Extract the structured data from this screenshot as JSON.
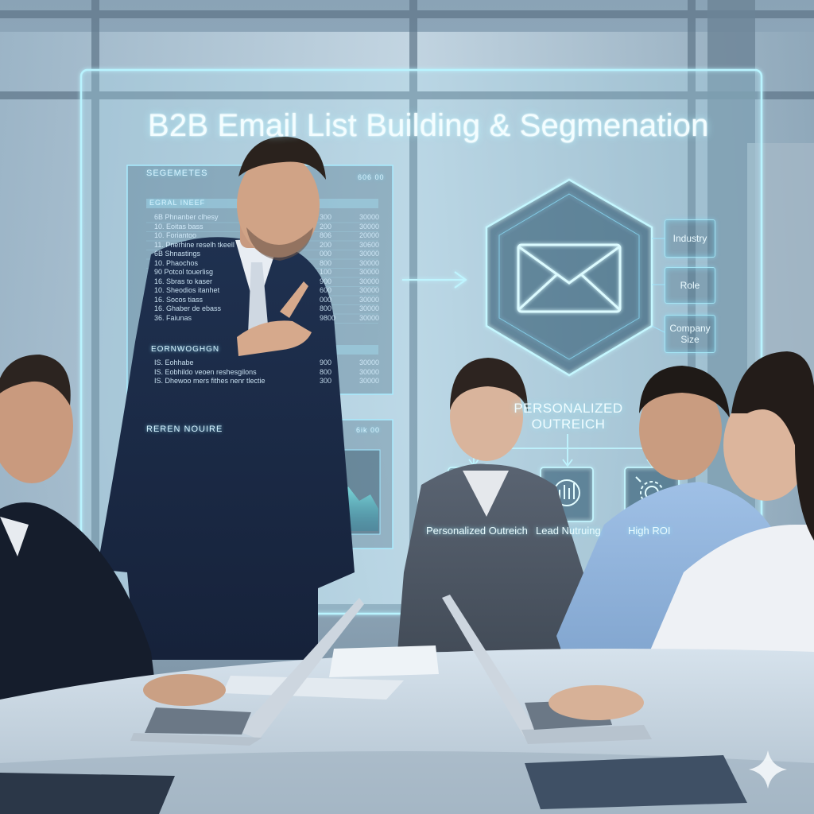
{
  "title": "B2B Email List Building & Segmenation",
  "segments_panel": {
    "header": "SEGEMETES",
    "header_right": "606 00",
    "subheader": "EGRAL INEEF",
    "rows": [
      {
        "label": "6B  Phnanber clhesy",
        "a": "300",
        "b": "30000"
      },
      {
        "label": "10.  Eoitas bass",
        "a": "200",
        "b": "30000"
      },
      {
        "label": "10.  Foriantoo",
        "a": "806",
        "b": "20000"
      },
      {
        "label": "11.  Pnerhine reselh tkeell",
        "a": "200",
        "b": "30600"
      },
      {
        "label": "6B  Shnastings",
        "a": "000",
        "b": "30000"
      },
      {
        "label": "10.  Phaochos",
        "a": "800",
        "b": "30000"
      },
      {
        "label": "90  Potcol touerlisg",
        "a": "100",
        "b": "30000"
      },
      {
        "label": "16.  Sbras to kaser",
        "a": "900",
        "b": "30000"
      },
      {
        "label": "10.  Sheodios itanhet",
        "a": "600",
        "b": "30000"
      },
      {
        "label": "16.  Socos tiass",
        "a": "000",
        "b": "30000"
      },
      {
        "label": "16.  Ghaber de ebass",
        "a": "800",
        "b": "30000"
      },
      {
        "label": "36.  Faiunas",
        "a": "9800",
        "b": "30000"
      }
    ],
    "section2": "EORNWOGHGN",
    "rows2": [
      {
        "label": "IS.  Eohhabe",
        "a": "900",
        "b": "30000"
      },
      {
        "label": "IS.  Eobhildo veoen reshesgilons",
        "a": "800",
        "b": "30000"
      },
      {
        "label": "IS.  Dhewoo mers fithes nenr tlectie",
        "a": "300",
        "b": "30000"
      }
    ]
  },
  "chart_panel": {
    "header": "REREN NOUIRE",
    "header_right": "6ik 00"
  },
  "criteria": [
    "Industry",
    "Role",
    "Company Size"
  ],
  "outreach_heading": "PERSONALIZED OUTREICH",
  "outcomes": [
    "Personalized Outreich",
    "Lead Nutruing",
    "High ROI"
  ],
  "colors": {
    "hud_glow": "#9ff0ff",
    "room_light": "#c9d9e6",
    "suit_dark": "#1c2a40"
  },
  "icons": [
    "envelope-icon",
    "gear-check-icon",
    "funnel-chart-icon",
    "gear-network-icon",
    "sparkle-icon"
  ]
}
